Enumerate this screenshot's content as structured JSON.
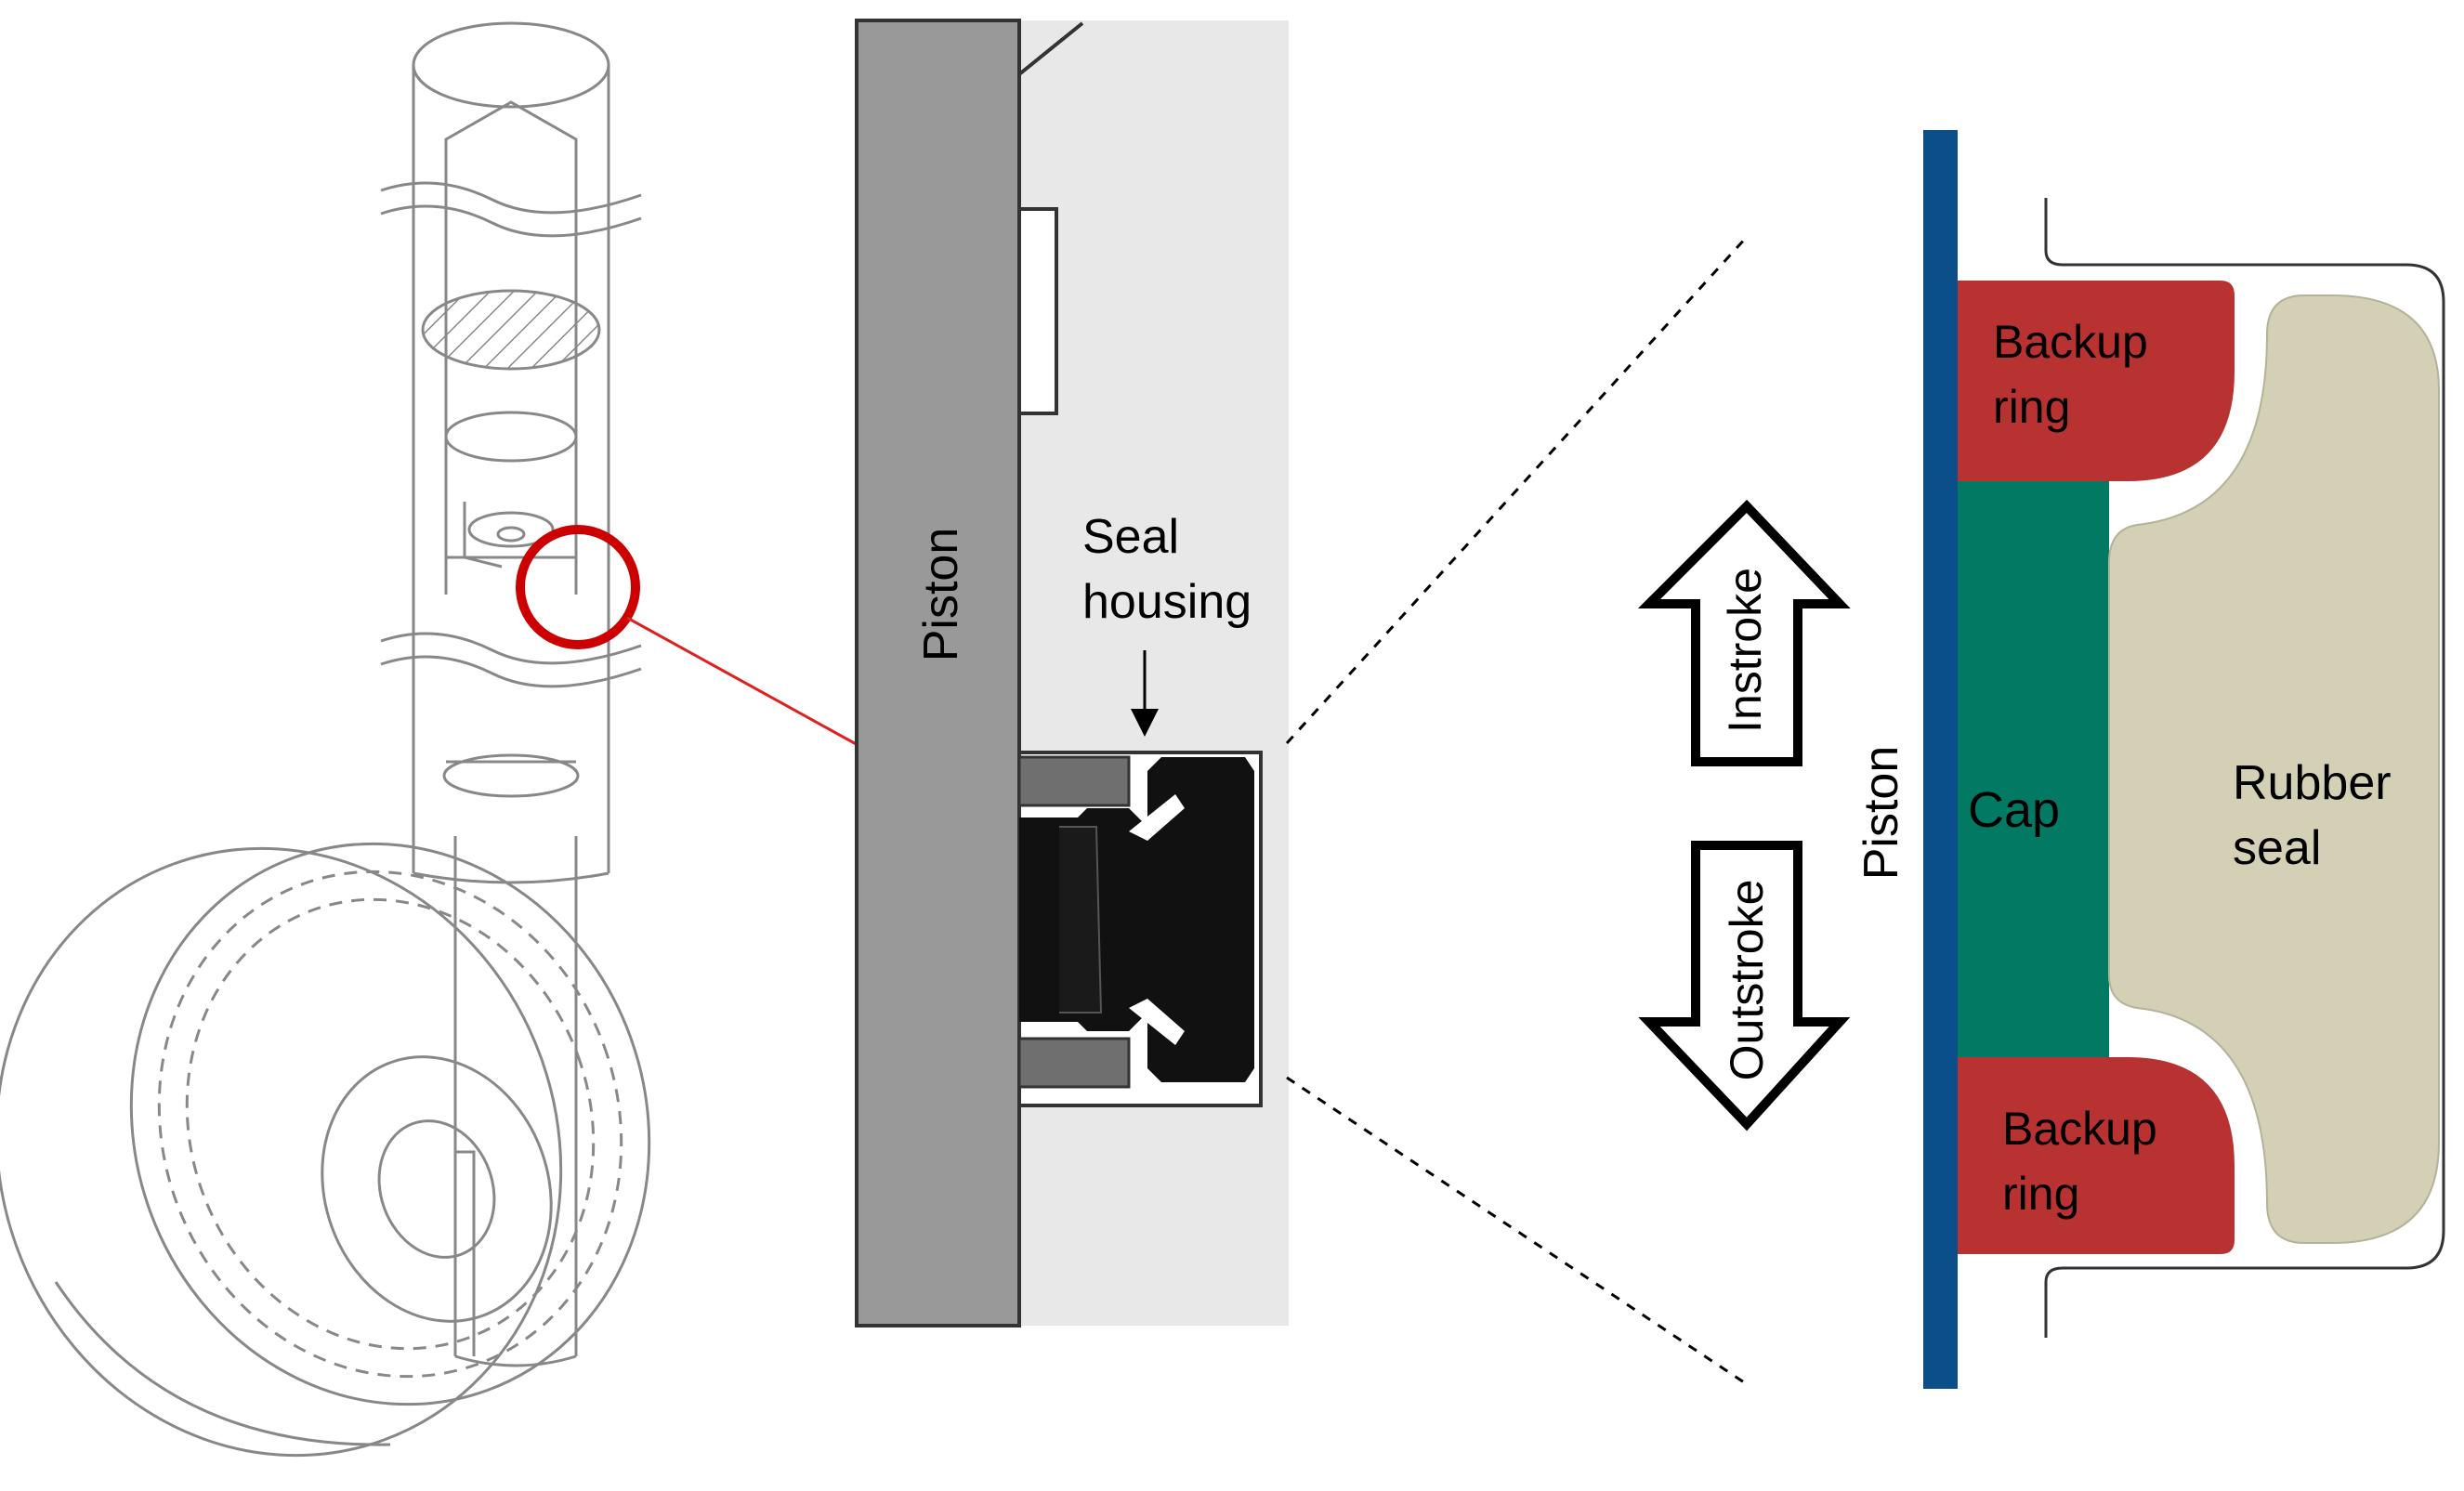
{
  "panels": {
    "landing_gear": {},
    "seal_housing_section": {
      "piston_label": "Piston",
      "seal_housing_label_line1": "Seal",
      "seal_housing_label_line2": "housing"
    },
    "seal_detail": {
      "piston_label": "Piston",
      "backup_ring_top_line1": "Backup",
      "backup_ring_top_line2": "ring",
      "cap_label": "Cap",
      "rubber_seal_line1": "Rubber",
      "rubber_seal_line2": "seal",
      "backup_ring_bottom_line1": "Backup",
      "backup_ring_bottom_line2": "ring"
    },
    "stroke_arrows": {
      "instroke_label": "Instroke",
      "outstroke_label": "Outstroke"
    }
  },
  "colors": {
    "highlight_circle": "#cc0000",
    "leader_arrow": "#e02020",
    "piston_gray": "#999999",
    "housing_bg": "#e8e8e8",
    "seal_black": "#111111",
    "piston_blue": "#0a4f8a",
    "backup_ring_red": "#b83232",
    "cap_green": "#027a63",
    "rubber_seal_beige": "#d3d0b6"
  }
}
